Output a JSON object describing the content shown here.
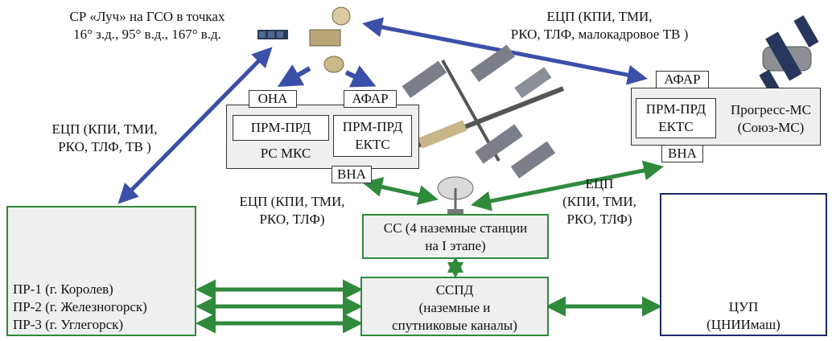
{
  "satellite": {
    "caption_line1": "СР «Луч» на ГСО в точках",
    "caption_line2": "16° з.д., 95° в.д., 167° в.д."
  },
  "links": {
    "top_right_line1": "ЕЦП (КПИ, ТМИ,",
    "top_right_line2": "РКО, ТЛФ, малокадровое ТВ )",
    "left_line1": "ЕЦП (КПИ, ТМИ,",
    "left_line2": "РКО, ТЛФ, ТВ )",
    "center_line1": "ЕЦП (КПИ, ТМИ,",
    "center_line2": "РКО, ТЛФ)",
    "right_line1": "ЕЦП",
    "right_line2": "(КПИ, ТМИ,",
    "right_line3": "РКО, ТЛФ)"
  },
  "iss": {
    "ona": "ОНА",
    "afar": "АФАР",
    "prm_prd": "ПРМ-ПРД",
    "prm_prd_ektc_line1": "ПРМ-ПРД",
    "prm_prd_ektc_line2": "ЕКТС",
    "name": "РС МКС",
    "vna": "ВНА"
  },
  "progress": {
    "afar": "АФАР",
    "prm_line1": "ПРМ-ПРД",
    "prm_line2": "ЕКТС",
    "name_line1": "Прогресс-МС",
    "name_line2": "(Союз-МС)",
    "vna": "ВНА"
  },
  "ground_stations": {
    "line1": "ПР-1 (г. Королев)",
    "line2": "ПР-2 (г. Железногорск)",
    "line3": "ПР-3 (г. Углегорск)"
  },
  "cc": {
    "line1": "СС (4 наземные станции",
    "line2": "на I этапе)"
  },
  "sspd": {
    "line1": "ССПД",
    "line2": "(наземные и",
    "line3": "спутниковые каналы)"
  },
  "tsup": {
    "line1": "ЦУП",
    "line2": "(ЦНИИмаш)"
  },
  "colors": {
    "blue_arrow": "#3a4fa8",
    "green_arrow": "#2f8a3c",
    "box_fill": "#efefef",
    "tsup_border": "#1f2a6b"
  }
}
